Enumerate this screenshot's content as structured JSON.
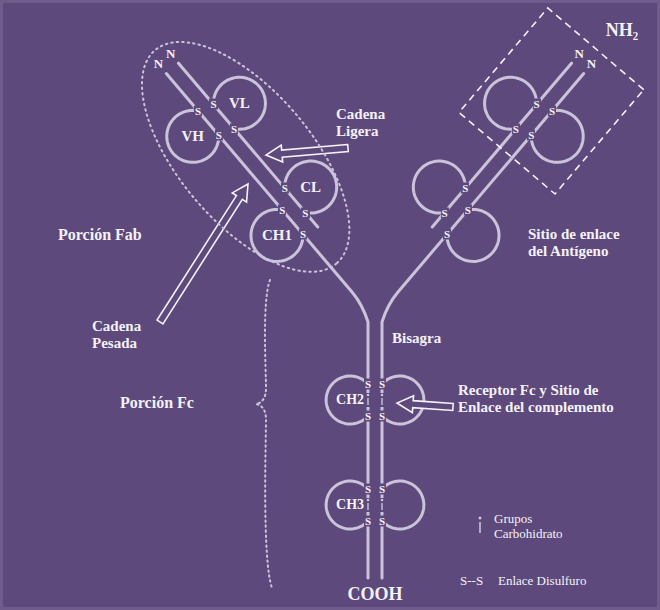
{
  "diagram": {
    "nodes": [
      {
        "text": [
          "Porción Fab"
        ]
      },
      {
        "text": [
          "Sitio de enlace del Antígeno"
        ]
      }
    ],
    "labels": [
      "N",
      "N",
      "VL",
      "VH",
      "CL",
      "CH1",
      "Cadena Ligera",
      "NH₂",
      "N",
      "N",
      "Cadena Pesada",
      "Bisagra",
      "CH2",
      "Receptor Fc y Sitio de Enlace del complemento",
      "Porción Fc",
      "CH3",
      "COOH",
      "S--S",
      "S",
      "S",
      "S",
      "S",
      "S",
      "S",
      "S",
      "S",
      "S",
      "S",
      "S",
      "S",
      "S",
      "S",
      "S",
      "S",
      "S",
      "S",
      "S",
      "S",
      "S",
      "S",
      "S",
      "S"
    ],
    "legend": [
      {
        "text": "Grupos Carbohidrato"
      },
      {
        "text": "Enlace Disulfuro"
      }
    ]
  }
}
